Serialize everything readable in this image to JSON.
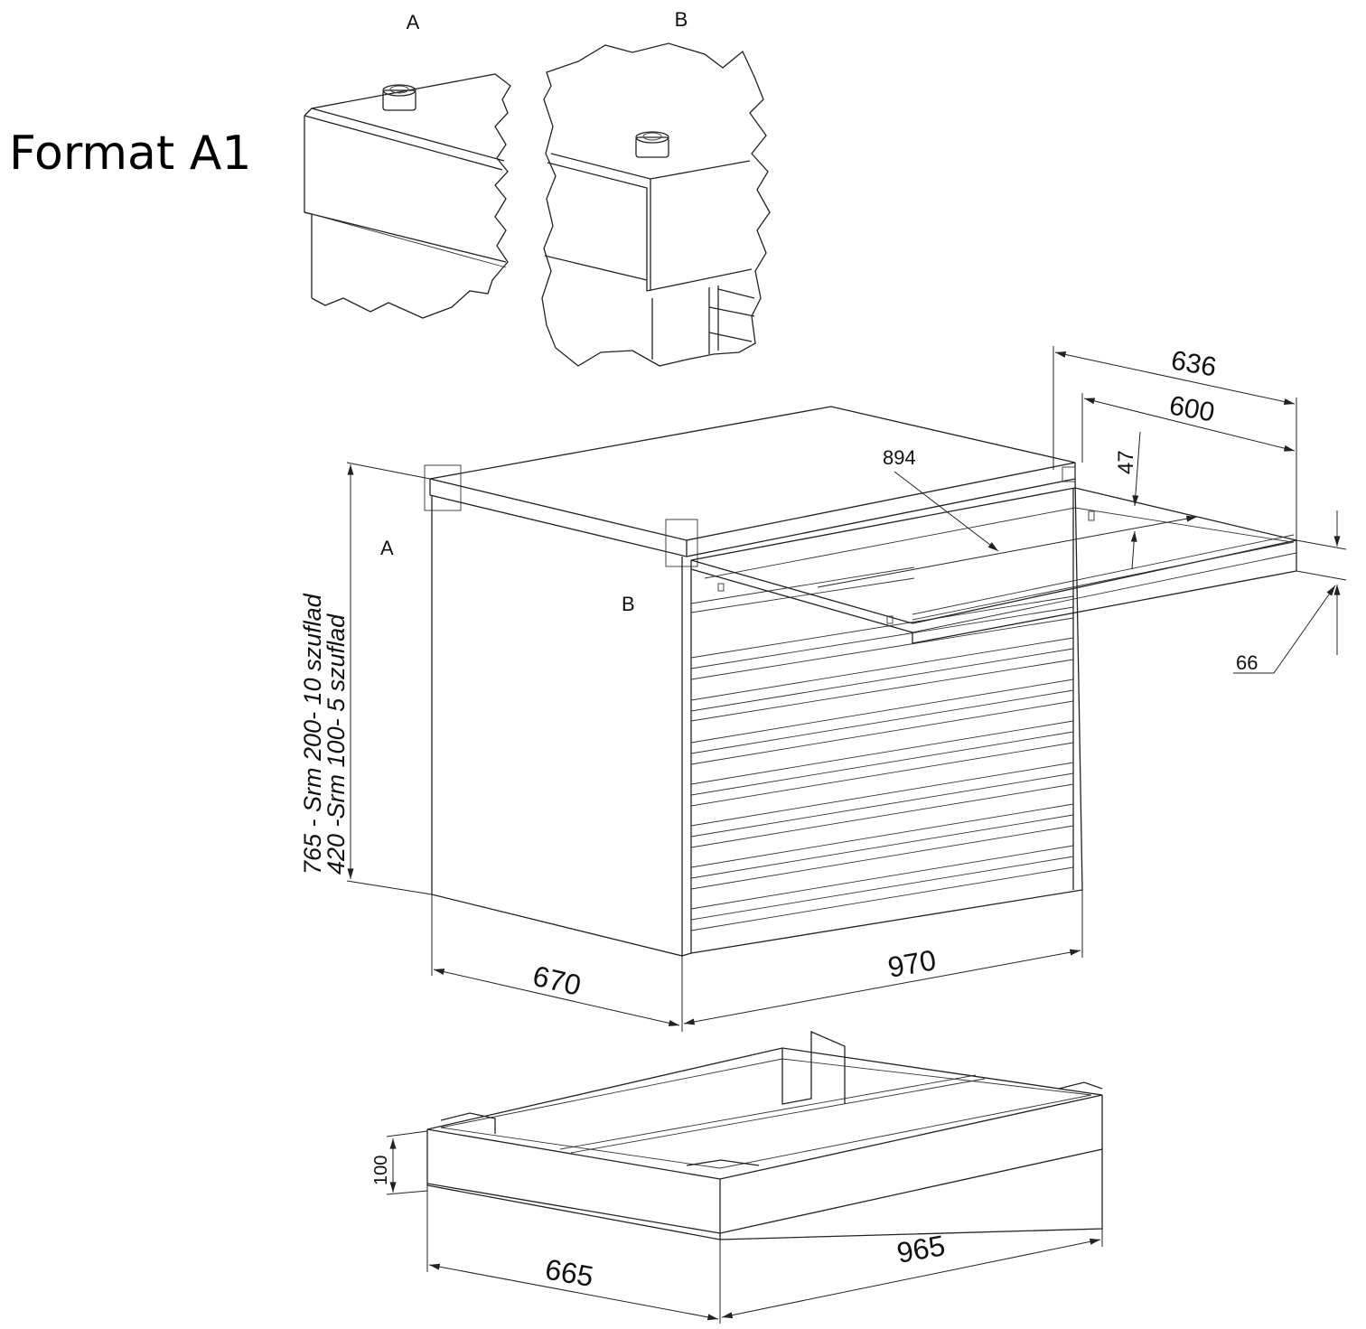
{
  "title": "Format A1",
  "detail_labels": {
    "a": "A",
    "b": "B"
  },
  "callout_labels": {
    "a": "A",
    "b": "B"
  },
  "dimensions": {
    "height_10": "765 - Srm 200- 10 szuflad",
    "height_5": "420 -Srm 100- 5 szuflad",
    "depth": "670",
    "width": "970",
    "drawer_outer": "636",
    "drawer_inner": "600",
    "drawer_length": "894",
    "drawer_height_inner": "47",
    "drawer_front": "66",
    "base_height": "100",
    "base_depth": "665",
    "base_width": "965"
  }
}
